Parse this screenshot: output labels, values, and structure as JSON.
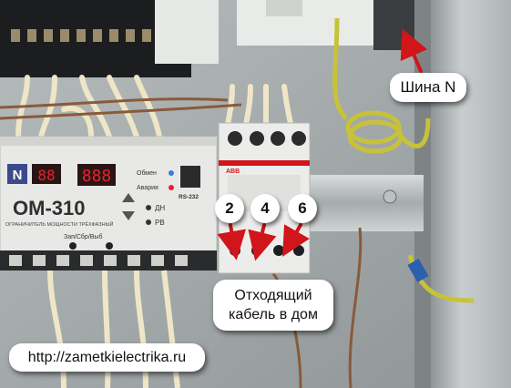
{
  "device": {
    "model": "ОМ-310",
    "subtitle": "ОГРАНИЧИТЕЛЬ МОЩНОСТИ ТРЁХФАЗНЫЙ",
    "leds": {
      "exchange": "Обмен",
      "alarm": "Авария"
    },
    "switch_labels": {
      "dn": "ДН",
      "rv": "РВ"
    },
    "button_label": "Зап/Сбр/Выб",
    "port_label": "RS-232",
    "brand_logo": "ABB"
  },
  "annotations": {
    "bus_label": "Шина N",
    "cable_label_line1": "Отходящий",
    "cable_label_line2": "кабель в дом",
    "terminals": [
      "2",
      "4",
      "6"
    ]
  },
  "watermark": "http://zametkielectrika.ru",
  "colors": {
    "arrow_red": "#d0151b",
    "panel_grey": "#bfc3c4",
    "display_red": "#e8222a"
  }
}
